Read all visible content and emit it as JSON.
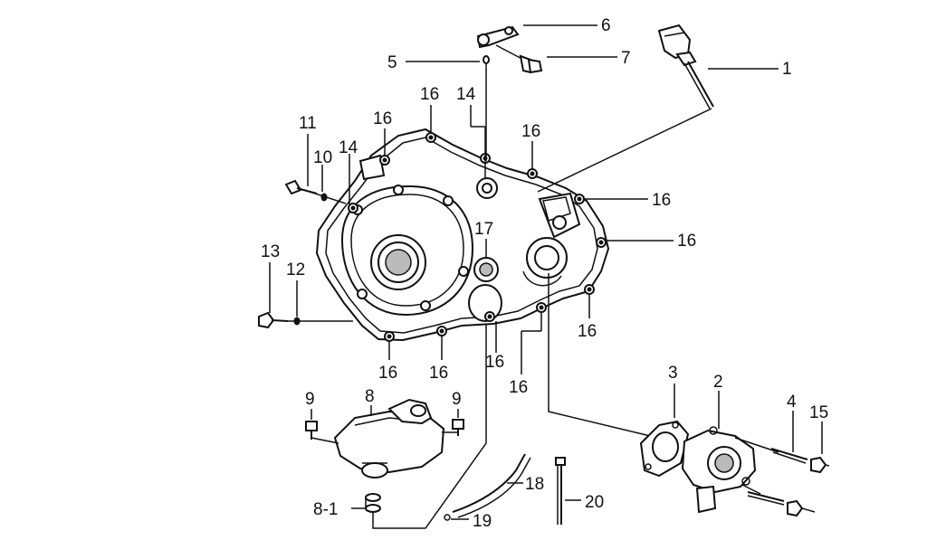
{
  "callouts": {
    "c1": "1",
    "c2": "2",
    "c3": "3",
    "c4": "4",
    "c5": "5",
    "c6": "6",
    "c7": "7",
    "c8": "8",
    "c8_1": "8-1",
    "c9a": "9",
    "c9b": "9",
    "c10": "10",
    "c11": "11",
    "c12": "12",
    "c13": "13",
    "c14a": "14",
    "c14b": "14",
    "c15": "15",
    "c16a": "16",
    "c16b": "16",
    "c16c": "16",
    "c16d": "16",
    "c16e": "16",
    "c16f": "16",
    "c16g": "16",
    "c16h": "16",
    "c16i": "16",
    "c16j": "16",
    "c17": "17",
    "c18": "18",
    "c19": "19",
    "c20": "20"
  }
}
